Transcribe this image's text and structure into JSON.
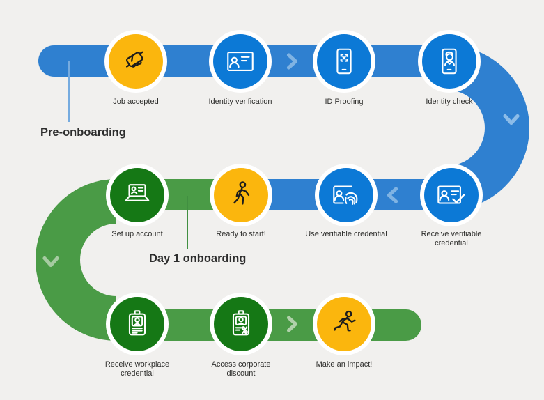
{
  "diagram": {
    "description": "Employee onboarding journey flow",
    "background": "#f1f0ee",
    "labels": {
      "pre_onboarding": "Pre-onboarding",
      "day1_onboarding": "Day 1 onboarding"
    },
    "palette": {
      "path_blue": "#2f80d0",
      "circle_blue": "#0c79d6",
      "path_green": "#4a9b46",
      "circle_green": "#157815",
      "circle_yellow": "#fbb60d",
      "chevron_light_blue": "#7fb3e3",
      "chevron_light_green": "#a6cba1",
      "caption_text": "#2e2e2c",
      "label_text": "#2d2d2d",
      "circle_ring": "#ffffff"
    },
    "steps": [
      {
        "label": "Job accepted",
        "icon": "handshake-icon",
        "circle": "yellow"
      },
      {
        "label": "Identity verification",
        "icon": "id-card-icon",
        "circle": "blue"
      },
      {
        "label": "ID Proofing",
        "icon": "phone-scan-icon",
        "circle": "blue"
      },
      {
        "label": "Identity check",
        "icon": "phone-face-icon",
        "circle": "blue"
      },
      {
        "label": "Set up account",
        "icon": "laptop-id-icon",
        "circle": "green"
      },
      {
        "label": "Ready to start!",
        "icon": "walking-person-icon",
        "circle": "yellow"
      },
      {
        "label": "Use verifiable credential",
        "icon": "card-fingerprint-icon",
        "circle": "blue"
      },
      {
        "label": "Receive verifiable credential",
        "icon": "card-check-icon",
        "circle": "blue"
      },
      {
        "label": "Receive workplace credential",
        "icon": "badge-icon",
        "circle": "green"
      },
      {
        "label": "Access corporate discount",
        "icon": "badge-percent-icon",
        "circle": "green"
      },
      {
        "label": "Make an impact!",
        "icon": "running-person-icon",
        "circle": "yellow"
      }
    ],
    "flow_markers": [
      {
        "icon": "chevron-right-icon",
        "color": "#7fb3e3",
        "between": [
          "Identity verification",
          "ID Proofing"
        ]
      },
      {
        "icon": "chevron-down-icon",
        "color": "#8cbce8",
        "between": [
          "Identity check",
          "Receive verifiable credential"
        ]
      },
      {
        "icon": "chevron-left-icon",
        "color": "#7fb3e3",
        "between": [
          "Receive verifiable credential",
          "Use verifiable credential"
        ]
      },
      {
        "icon": "chevron-down-icon",
        "color": "#a6cba1",
        "between": [
          "Set up account",
          "Receive workplace credential"
        ]
      },
      {
        "icon": "chevron-right-icon",
        "color": "#b0d1aa",
        "between": [
          "Access corporate discount",
          "Make an impact!"
        ]
      }
    ]
  }
}
